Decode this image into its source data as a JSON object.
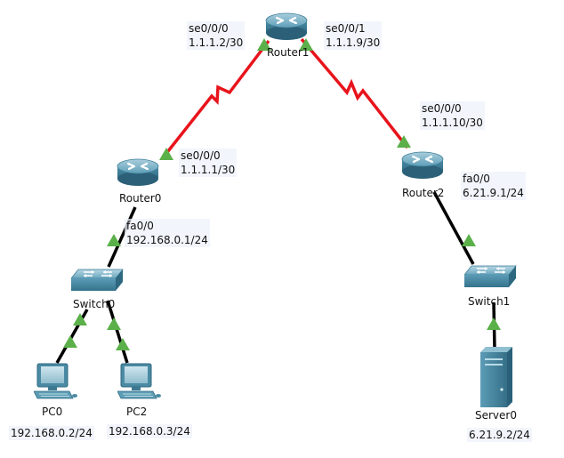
{
  "devices": {
    "router1": "Router1",
    "router0": "Router0",
    "router2": "Router2",
    "switch0": "Switch0",
    "switch1": "Switch1",
    "pc0": "PC0",
    "pc2": "PC2",
    "server0": "Server0"
  },
  "interfaces": {
    "r1_se000": {
      "name": "se0/0/0",
      "ip": "1.1.1.2/30"
    },
    "r1_se001": {
      "name": "se0/0/1",
      "ip": "1.1.1.9/30"
    },
    "r0_se000": {
      "name": "se0/0/0",
      "ip": "1.1.1.1/30"
    },
    "r2_se000": {
      "name": "se0/0/0",
      "ip": "1.1.1.10/30"
    },
    "r0_fa00": {
      "name": "fa0/0",
      "ip": "192.168.0.1/24"
    },
    "r2_fa00": {
      "name": "fa0/0",
      "ip": "6.21.9.1/24"
    }
  },
  "hosts": {
    "pc0_ip": "192.168.0.2/24",
    "pc2_ip": "192.168.0.3/24",
    "server0_ip": "6.21.9.2/24"
  },
  "colors": {
    "serial_link": "#e8141c",
    "ethernet_link": "#000000",
    "link_up": "#5bb04a",
    "device_blue": "#4f93ad"
  }
}
